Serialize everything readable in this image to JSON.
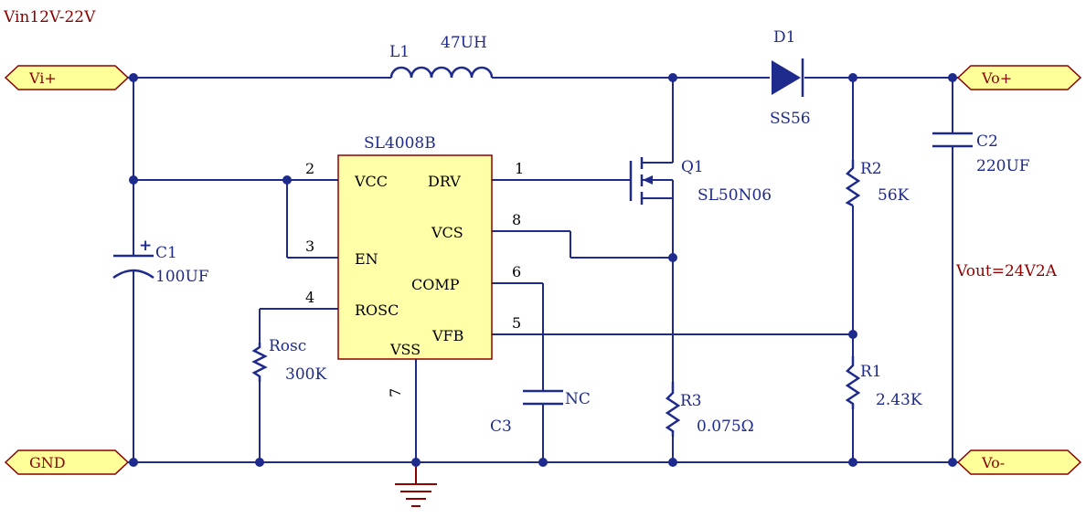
{
  "title": "Vin12V-22V",
  "vout_note": "Vout=24V2A",
  "ports": {
    "vin_plus": "Vi+",
    "gnd": "GND",
    "vo_plus": "Vo+",
    "vo_minus": "Vo-"
  },
  "components": {
    "L1": {
      "ref": "L1",
      "value": "47UH"
    },
    "D1": {
      "ref": "D1",
      "value": "SS56"
    },
    "Q1": {
      "ref": "Q1",
      "value": "SL50N06"
    },
    "C1": {
      "ref": "C1",
      "value": "100UF",
      "polarity": "+"
    },
    "C2": {
      "ref": "C2",
      "value": "220UF"
    },
    "C3": {
      "ref": "C3",
      "value": "NC"
    },
    "R1": {
      "ref": "R1",
      "value": "2.43K"
    },
    "R2": {
      "ref": "R2",
      "value": "56K"
    },
    "R3": {
      "ref": "R3",
      "value": "0.075Ω"
    },
    "Rosc": {
      "ref": "Rosc",
      "value": "300K"
    }
  },
  "ic": {
    "name": "SL4008B",
    "pins": [
      {
        "num": "2",
        "name": "VCC"
      },
      {
        "num": "3",
        "name": "EN"
      },
      {
        "num": "4",
        "name": "ROSC"
      },
      {
        "num": "1",
        "name": "DRV"
      },
      {
        "num": "8",
        "name": "VCS"
      },
      {
        "num": "6",
        "name": "COMP"
      },
      {
        "num": "5",
        "name": "VFB"
      },
      {
        "num": "7",
        "name": "VSS"
      }
    ]
  },
  "colors": {
    "wire": "#1e2a8c",
    "chip_fill": "#ffffa8",
    "port_fill": "#ffff9a",
    "text_red": "#8b0000"
  }
}
